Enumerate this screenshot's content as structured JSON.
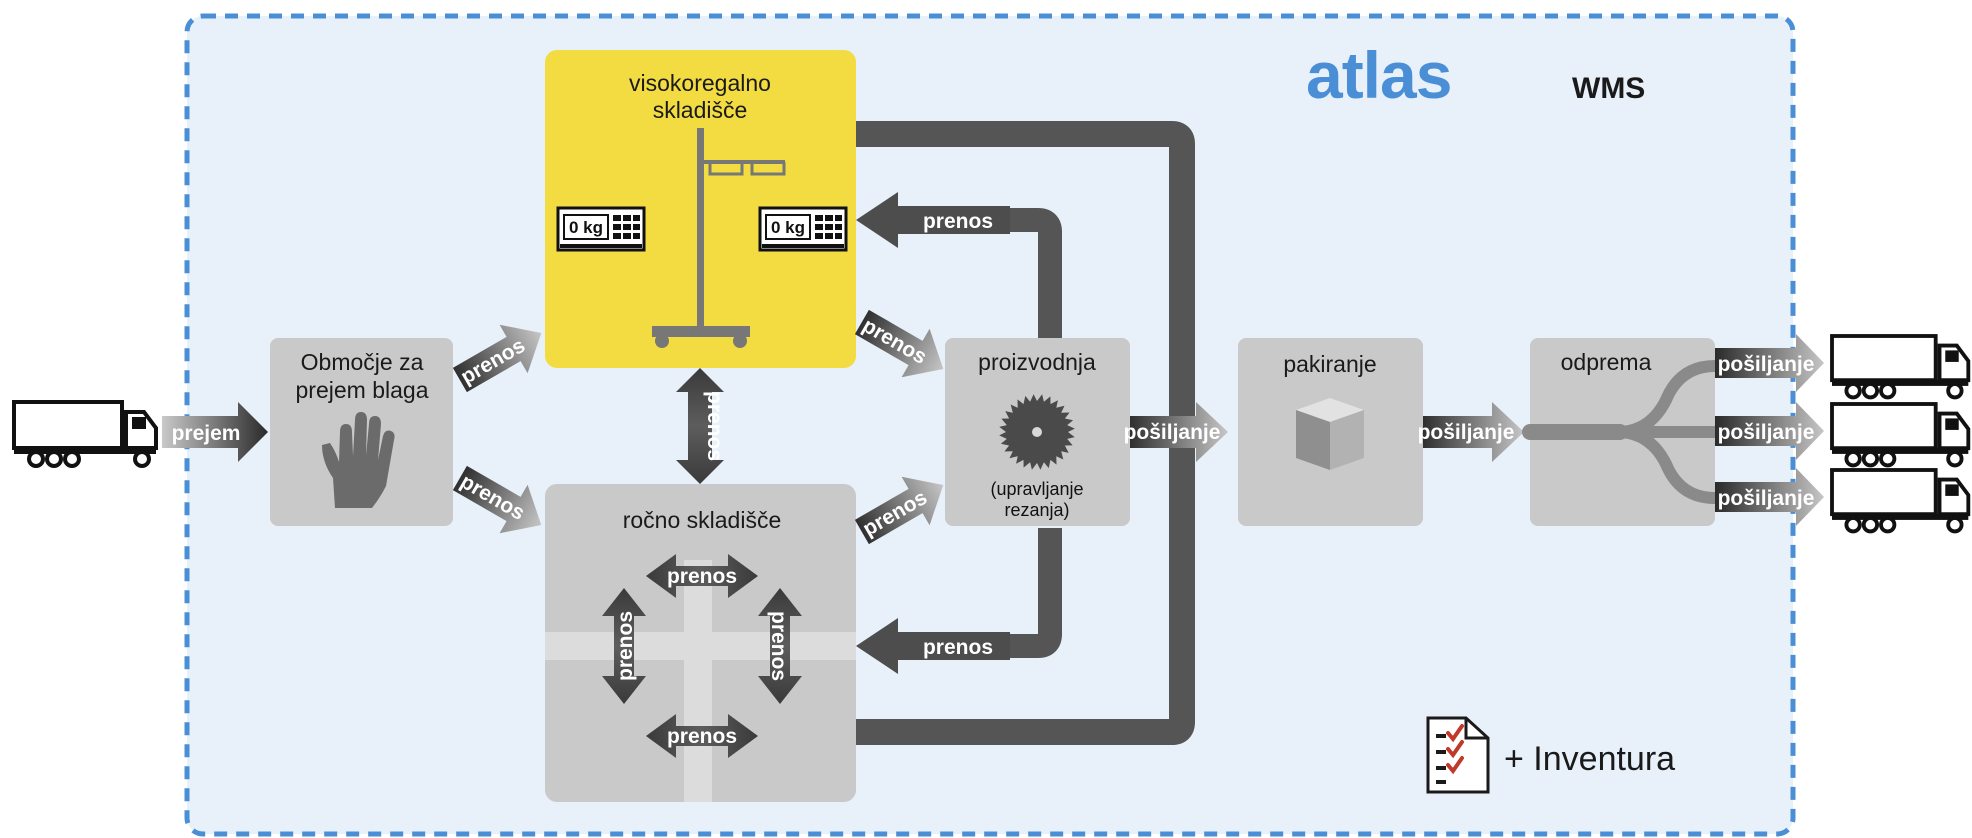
{
  "logo": {
    "brand": "atlas",
    "suffix": "WMS",
    "color": "#4a8fd6"
  },
  "colors": {
    "border": "#4a8fd6",
    "background": "#e8f1fa",
    "yellow": "#f2dc42",
    "box_gray": "#c9c9c9",
    "arrow_dark": "#4a4a4a",
    "arrow_light": "#bcbcbc"
  },
  "areas": {
    "receiving": {
      "line1": "Območje za",
      "line2": "prejem blaga",
      "icon": "hand-icon"
    },
    "high_rack": {
      "line1": "visokoregalno",
      "line2": "skladišče",
      "scale_label": "0 kg",
      "icon": "rack-crane-icon"
    },
    "manual": {
      "title": "ročno skladišče"
    },
    "production": {
      "title": "proizvodnja",
      "sub1": "(upravljanje",
      "sub2": "rezanja)",
      "icon": "saw-blade-icon"
    },
    "packing": {
      "title": "pakiranje",
      "icon": "box-icon"
    },
    "dispatch": {
      "title": "odprema"
    }
  },
  "arrows": {
    "prejem": "prejem",
    "prenos": "prenos",
    "posiljanje": "pošiljanje"
  },
  "inventory": {
    "label": "+ Inventura",
    "icon": "checklist-icon"
  }
}
